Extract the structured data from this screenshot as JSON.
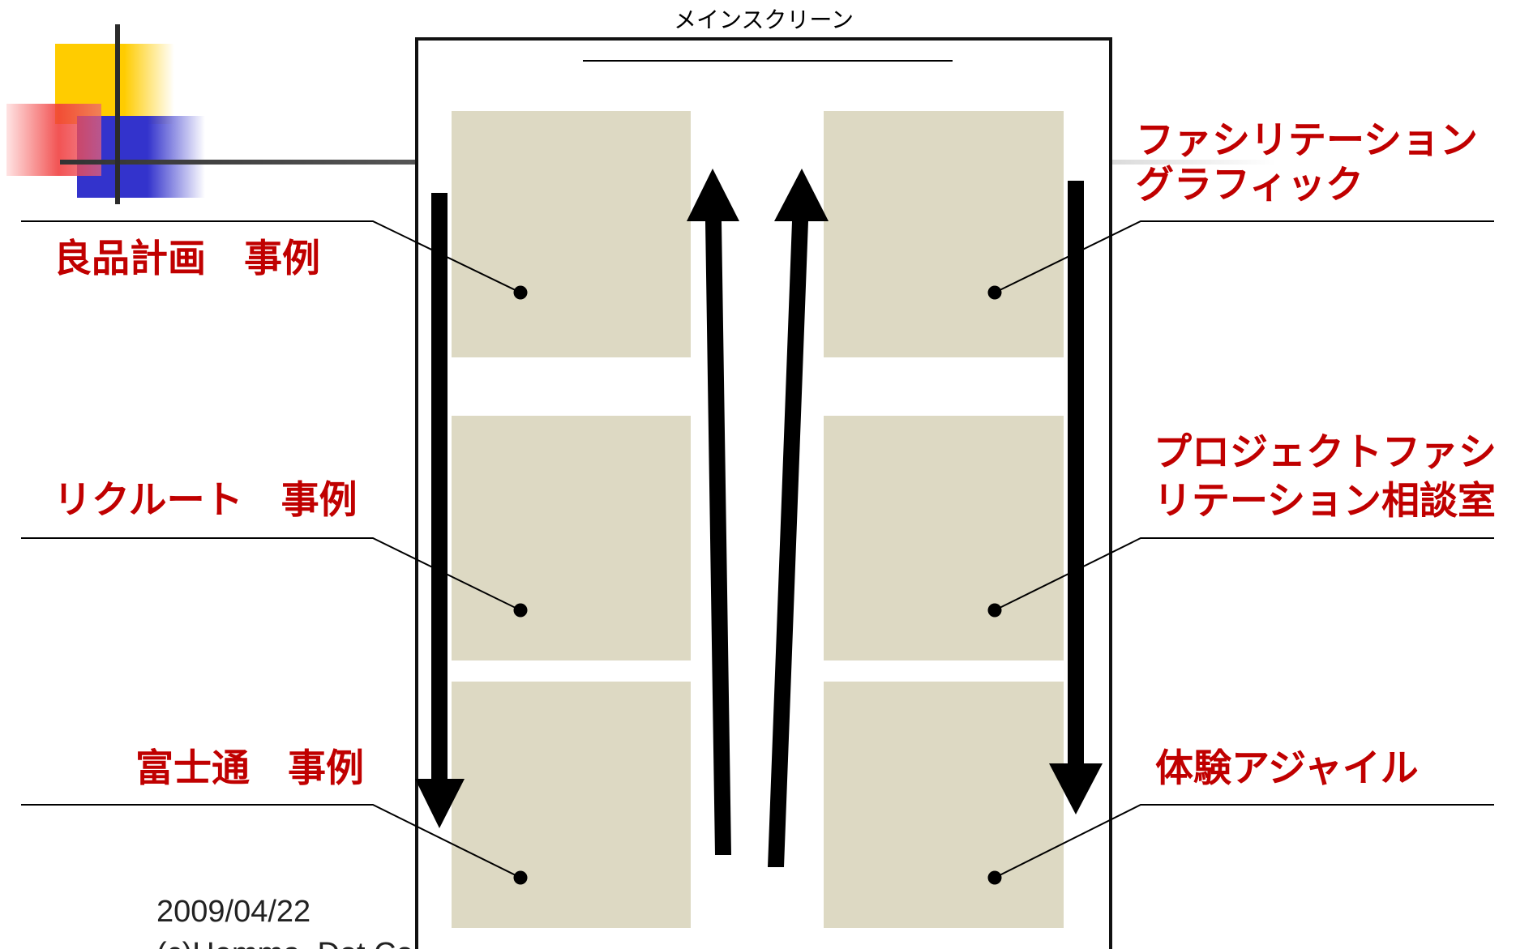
{
  "screen": {
    "label": "メインスクリーン"
  },
  "labels": {
    "left": [
      {
        "text": "良品計画　事例"
      },
      {
        "text": "リクルート　事例"
      },
      {
        "text": "富士通　事例"
      }
    ],
    "right": [
      {
        "lines": [
          "ファシリテーション",
          "グラフィック"
        ]
      },
      {
        "lines": [
          "プロジェクトファシ",
          "リテーション相談室"
        ]
      },
      {
        "lines": [
          "体験アジャイル"
        ]
      }
    ]
  },
  "footer": {
    "date": "2009/04/22",
    "copyright": "(c)Hemma, Dot.Com"
  },
  "colors": {
    "label_text": "#C00000",
    "booth_fill": "#DDD9C3"
  }
}
